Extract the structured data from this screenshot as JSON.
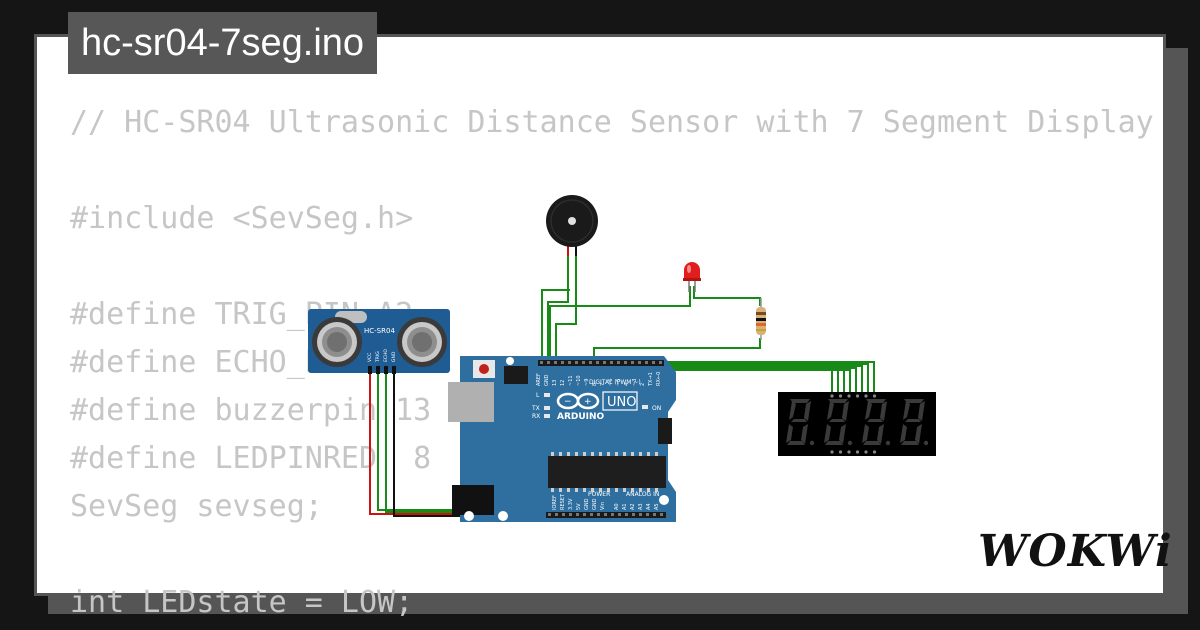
{
  "title": "hc-sr04-7seg.ino",
  "code_lines": [
    "// HC-SR04 Ultrasonic Distance Sensor with 7 Segment Display",
    "",
    "#include <SevSeg.h>",
    "",
    "#define TRIG_PIN A2",
    "#define ECHO_PIN A3",
    "#define buzzerpin 13",
    "#define LEDPINRED  8",
    "SevSeg sevseg;",
    "",
    "int LEDstate = LOW;"
  ],
  "sensor": {
    "label": "HC-SR04",
    "pins": [
      "VCC",
      "TRIG",
      "ECHO",
      "GND"
    ]
  },
  "board": {
    "brand": "ARDUINO",
    "model": "UNO",
    "digital_label": "DIGITAL (PWM ~)",
    "power_label": "POWER",
    "analog_label": "ANALOG IN",
    "on_label": "ON",
    "l_label": "L",
    "tx_label": "TX",
    "rx_label": "RX",
    "digital_pins": [
      "AREF",
      "GND",
      "13",
      "12",
      "~11",
      "~10",
      "~9",
      "8",
      "7",
      "~6",
      "~5",
      "4",
      "~3",
      "2",
      "TX→1",
      "RX←0"
    ],
    "power_pins": [
      "IOREF",
      "RESET",
      "3.3V",
      "5V",
      "GND",
      "GND",
      "Vin"
    ],
    "analog_pins": [
      "A0",
      "A1",
      "A2",
      "A3",
      "A4",
      "A5"
    ]
  },
  "display": {
    "digits": [
      "8.",
      "8.",
      "8.",
      "8."
    ]
  },
  "logo": "WOKWi",
  "colors": {
    "background": "#151515",
    "card": "#ffffff",
    "tab": "#575757",
    "code_text": "#c6c6c6",
    "board": "#2f6fa0",
    "wire_green": "#178a17",
    "wire_red": "#cc1111",
    "wire_black": "#111111",
    "led": "#e01e1e",
    "segment_off": "#3a3a3a"
  }
}
